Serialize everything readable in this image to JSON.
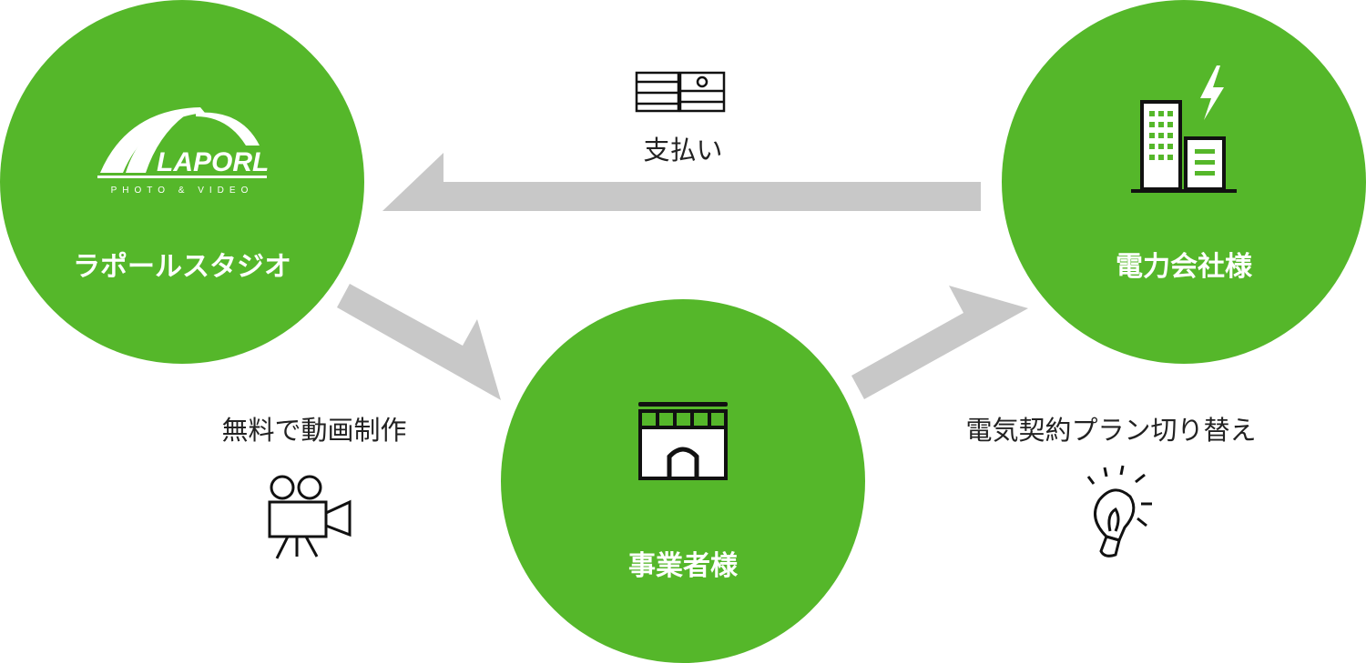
{
  "colors": {
    "green": "#55b72a",
    "arrow": "#c8c8c8"
  },
  "nodes": {
    "studio": {
      "label": "ラポールスタジオ",
      "logo_text": "LAPORL",
      "logo_sub": "PHOTO & VIDEO"
    },
    "power": {
      "label": "電力会社様"
    },
    "business": {
      "label": "事業者様"
    }
  },
  "flows": {
    "payment": "支払い",
    "video": "無料で動画制作",
    "switch": "電気契約プラン切り替え"
  }
}
